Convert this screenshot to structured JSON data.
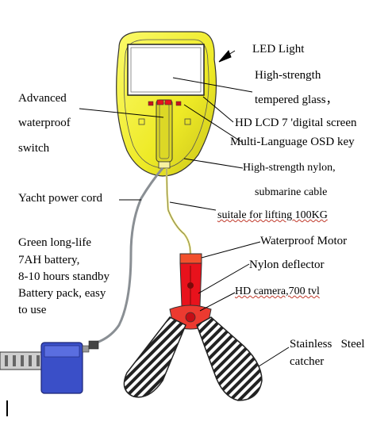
{
  "labels": {
    "led_light": "LED Light",
    "glass_1": "High-strength",
    "glass_2": "tempered glass，",
    "lcd": "HD LCD 7 'digital screen",
    "osd": "Multi-Language OSD key",
    "switch_1": "Advanced",
    "switch_2": "waterproof",
    "switch_3": "switch",
    "nylon_1": "High-strength nylon,",
    "nylon_2": "submarine cable",
    "nylon_3": "suitale for lifting 100KG",
    "yacht": "Yacht power cord",
    "battery_1": "Green long-life",
    "battery_2": "7AH battery,",
    "battery_3": "8-10 hours standby",
    "battery_4": "Battery pack, easy",
    "battery_5": "to use",
    "motor": "Waterproof Motor",
    "deflector": "Nylon deflector",
    "camera": "HD camera,700 tvl",
    "catcher_1": "Stainless   Steel",
    "catcher_2": "catcher"
  },
  "colors": {
    "monitor_yellow": "#f0ee2a",
    "motor_red": "#e8121c",
    "battery_blue": "#3a4fc8",
    "cable_gray": "#8a8f94",
    "cable_yellow": "#e6e070"
  }
}
